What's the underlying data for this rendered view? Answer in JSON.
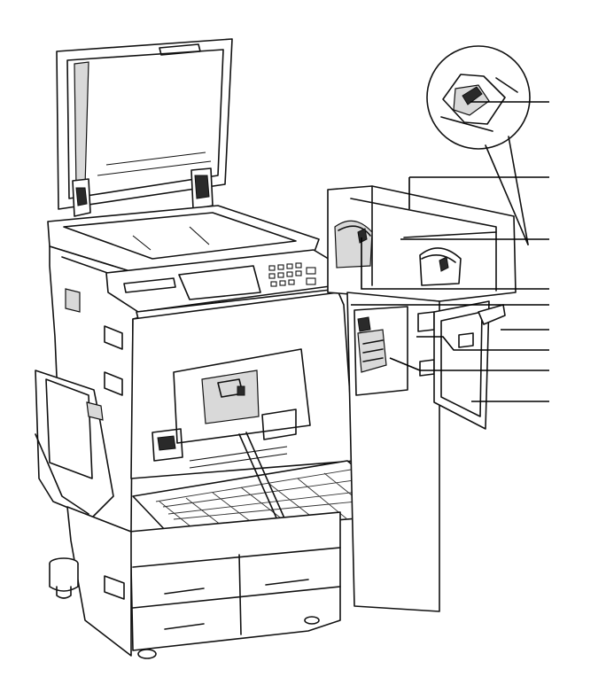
{
  "figure": {
    "subject": "",
    "callouts": [
      {
        "id": "callout-1"
      },
      {
        "id": "callout-2"
      },
      {
        "id": "callout-3"
      },
      {
        "id": "callout-4"
      },
      {
        "id": "callout-5"
      },
      {
        "id": "callout-6"
      },
      {
        "id": "callout-7"
      },
      {
        "id": "callout-8"
      },
      {
        "id": "callout-9"
      }
    ]
  }
}
